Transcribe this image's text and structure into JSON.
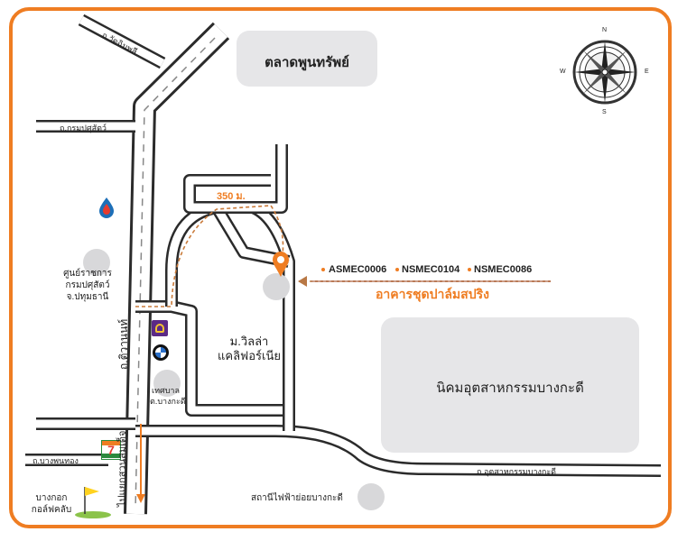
{
  "labels": {
    "market": "ตลาดพูนทรัพย์",
    "industrial": "นิคมอุตสาหกรรมบางกะดี",
    "village": [
      "ม.วิลล่า",
      "แคลิฟอร์เนีย"
    ],
    "condo": "อาคารชุดปาล์มสปริง",
    "distance": "350 ม.",
    "codes": [
      "ASMEC0006",
      "NSMEC0104",
      "NSMEC0086"
    ],
    "livestock": [
      "ศูนย์ราชการ",
      "กรมปศุสัตว์",
      "จ.ปทุมธานี"
    ],
    "municipality": [
      "เทศบาล",
      "ต.บางกะดี"
    ],
    "substation": "สถานีไฟฟ้าย่อยบางกะดี",
    "golf": [
      "บางกอก",
      "กอล์ฟคลับ"
    ],
    "road_tiwanon": "ถ.ติวานนท์",
    "road_to_bangkok": "ไปแยกสวนสมเด็จ",
    "road_top": "ถ.วัดฉิมพลี",
    "road_left_upper": "ถ.กรมปศุสัตว์",
    "road_left_lower": "ถ.บางพูนทอง",
    "road_industrial": "ถ.อุตสาหกรรมบางกะดี",
    "seven_eleven": "7"
  },
  "compass": {
    "n": "N",
    "e": "E",
    "s": "S",
    "w": "W"
  },
  "colors": {
    "accent": "#ef7d22",
    "road": "#333333",
    "box": "#e6e6e8"
  }
}
